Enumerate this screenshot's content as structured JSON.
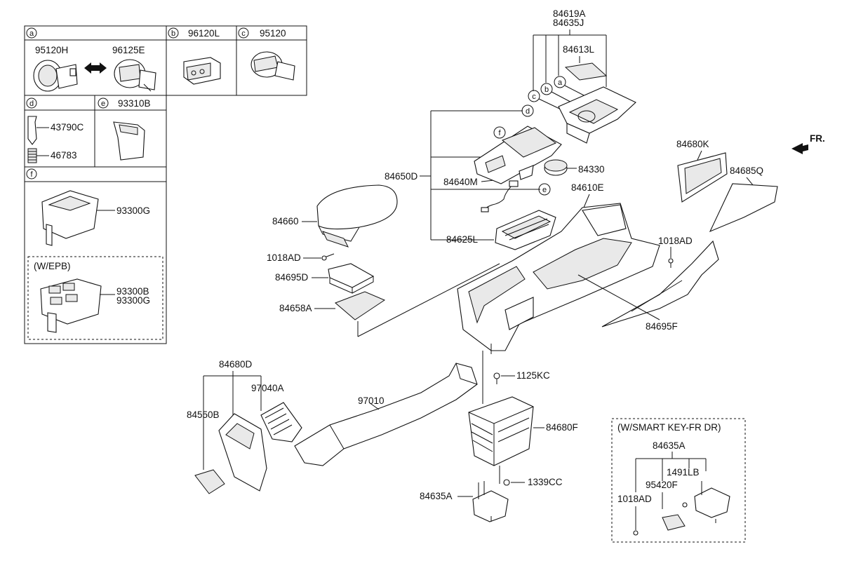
{
  "diagram": {
    "orientation_label": "FR.",
    "inset_panels": {
      "a": {
        "letter": "a",
        "parts": [
          "95120H",
          "96125E"
        ]
      },
      "b": {
        "letter": "b",
        "part": "96120L"
      },
      "c": {
        "letter": "c",
        "part": "95120"
      },
      "d": {
        "letter": "d",
        "parts": [
          "43790C",
          "46783"
        ]
      },
      "e": {
        "letter": "e",
        "part": "93310B"
      },
      "f": {
        "letter": "f",
        "parts": [
          "93300G"
        ],
        "variant_title": "(W/EPB)",
        "variant_parts": [
          "93300B",
          "93300G"
        ]
      }
    },
    "callouts": {
      "p84619A": "84619A",
      "p84635J": "84635J",
      "p84613L": "84613L",
      "p84680K": "84680K",
      "p84685Q": "84685Q",
      "p84650D": "84650D",
      "p84640M": "84640M",
      "p84330": "84330",
      "p84610E": "84610E",
      "p84660": "84660",
      "p1018AD": "1018AD",
      "p1018AD_2": "1018AD",
      "p84625L": "84625L",
      "p84695D": "84695D",
      "p84658A": "84658A",
      "p84695F": "84695F",
      "p84680D": "84680D",
      "p97040A": "97040A",
      "p97010": "97010",
      "p84550B": "84550B",
      "p1125KC": "1125KC",
      "p84680F": "84680F",
      "p1339CC": "1339CC",
      "p84635A": "84635A"
    },
    "smart_key_box": {
      "title": "(W/SMART KEY-FR DR)",
      "parts": {
        "p84635A": "84635A",
        "p1491LB": "1491LB",
        "p95420F": "95420F",
        "p1018AD": "1018AD"
      }
    },
    "circle_markers": [
      "a",
      "b",
      "c",
      "d",
      "e",
      "f"
    ]
  }
}
